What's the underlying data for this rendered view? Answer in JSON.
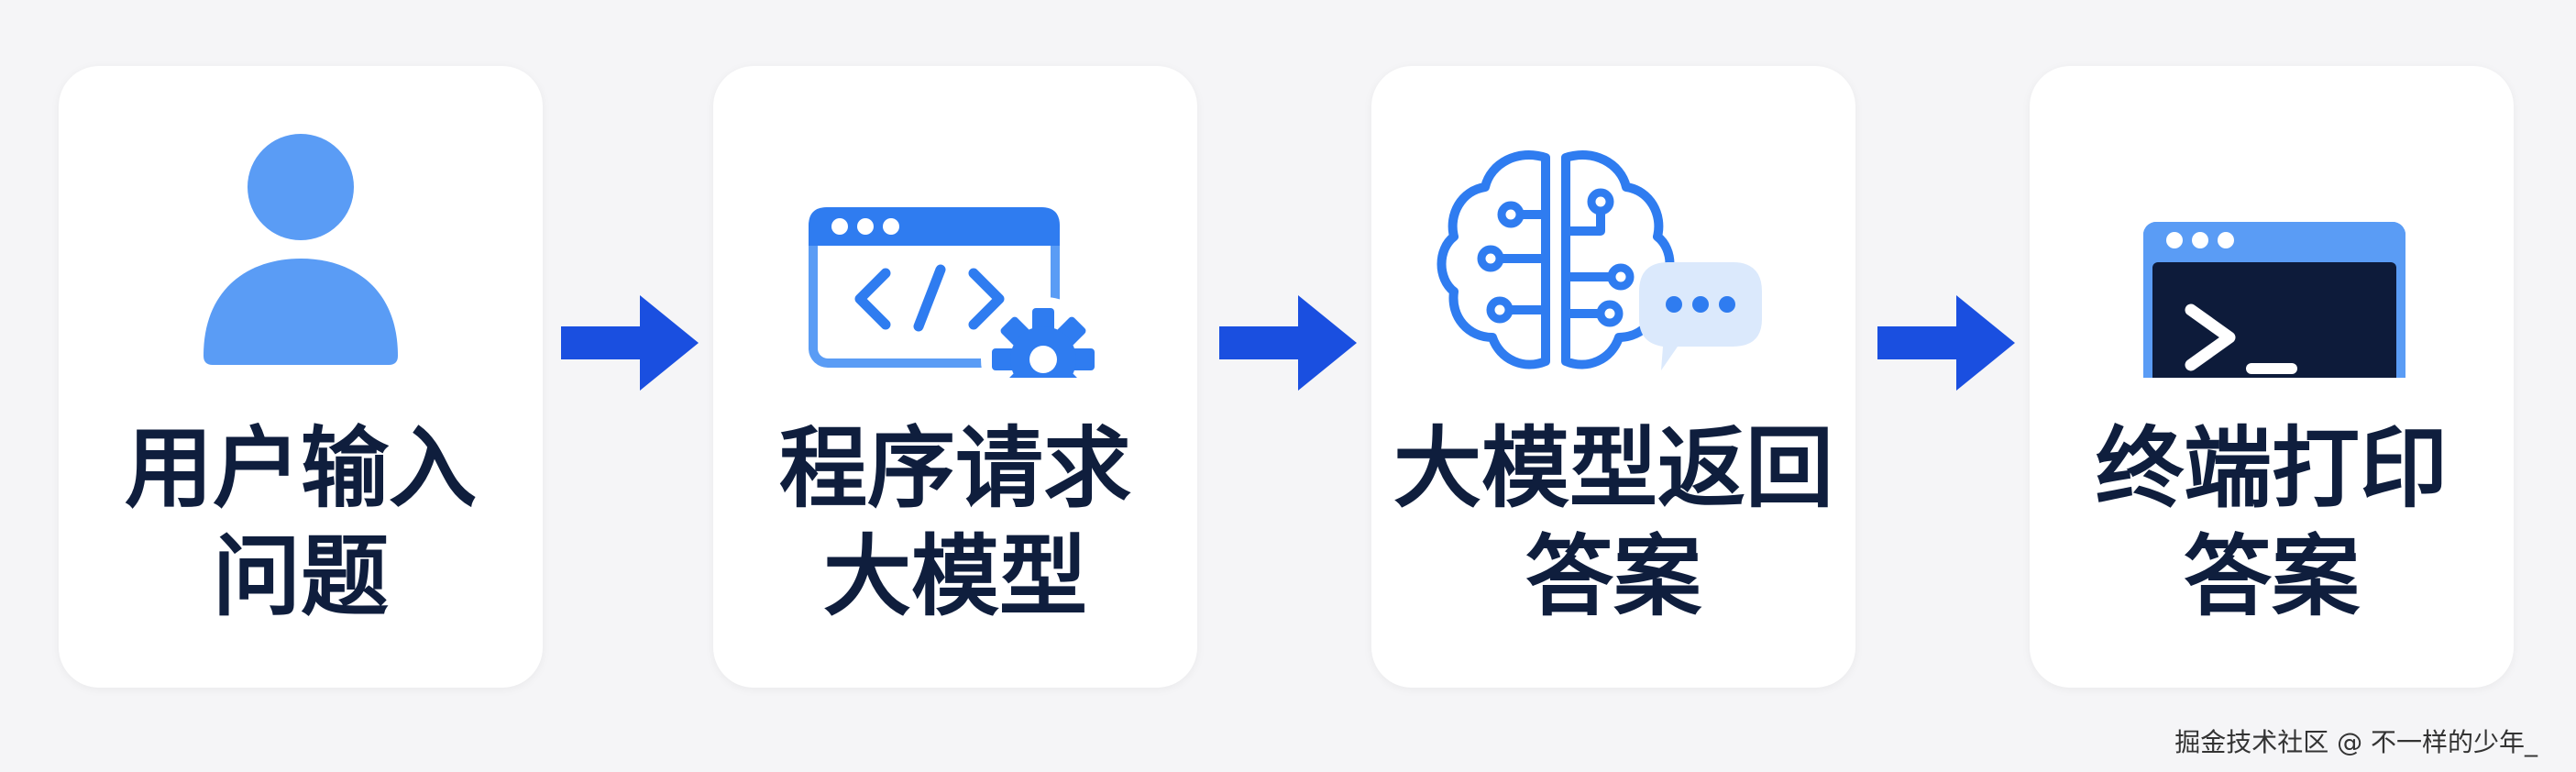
{
  "steps": [
    {
      "line1": "用户输入",
      "line2": "问题",
      "icon": "user-icon"
    },
    {
      "line1": "程序请求",
      "line2": "大模型",
      "icon": "code-window-gear-icon"
    },
    {
      "line1": "大模型返回",
      "line2": "答案",
      "icon": "brain-chat-icon"
    },
    {
      "line1": "终端打印",
      "line2": "答案",
      "icon": "terminal-icon"
    }
  ],
  "watermark": "掘金技术社区 @ 不一样的少年_",
  "colors": {
    "background": "#f5f5f7",
    "card": "#ffffff",
    "text": "#0f1e3d",
    "arrow": "#1a4fe0",
    "icon_primary": "#2f7cf0",
    "icon_light": "#5a9cf5",
    "terminal_dark": "#0d1b3a"
  }
}
